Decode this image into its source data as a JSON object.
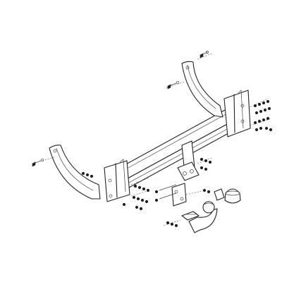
{
  "diagram": {
    "kind": "exploded-assembly-drawing",
    "subject": "tow bar",
    "parts": [
      "cross-beam",
      "left-side-bracket",
      "right-side-bracket",
      "left-mounting-plate",
      "right-mounting-plate",
      "center-hitch-bracket",
      "socket-plate",
      "tow-ball-neck",
      "clamp-plate",
      "ball-cover-cap",
      "bolt-sets"
    ],
    "colors": {
      "line": "#222222",
      "background": "#ffffff"
    }
  }
}
